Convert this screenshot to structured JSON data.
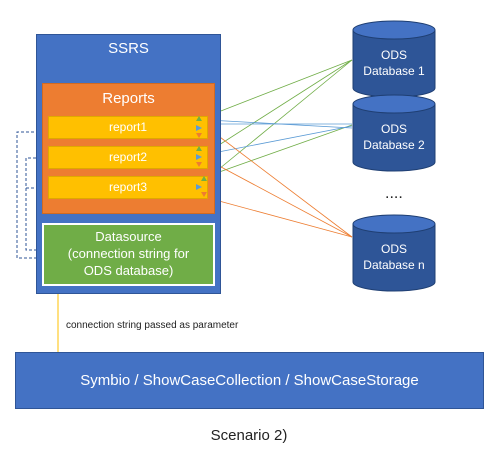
{
  "ssrs": {
    "title": "SSRS"
  },
  "reports": {
    "title": "Reports",
    "items": [
      {
        "label": "report1"
      },
      {
        "label": "report2"
      },
      {
        "label": "report3"
      }
    ]
  },
  "datasource": {
    "line1": "Datasource",
    "line2": "(connection string for",
    "line3": "ODS database)"
  },
  "databases": [
    {
      "line1": "ODS",
      "line2": "Database 1"
    },
    {
      "line1": "ODS",
      "line2": "Database 2"
    },
    {
      "line1": "ODS",
      "line2": "Database n"
    }
  ],
  "ellipsis": "....",
  "parameter_note": "connection string passed as parameter",
  "symbio_bar": {
    "label": "Symbio / ShowCaseCollection / ShowCaseStorage"
  },
  "caption": "Scenario 2)",
  "colors": {
    "blue": "#4472c4",
    "orange": "#ed7d31",
    "yellow": "#ffc000",
    "green": "#70ad47",
    "db_blue": "#2e5597"
  }
}
